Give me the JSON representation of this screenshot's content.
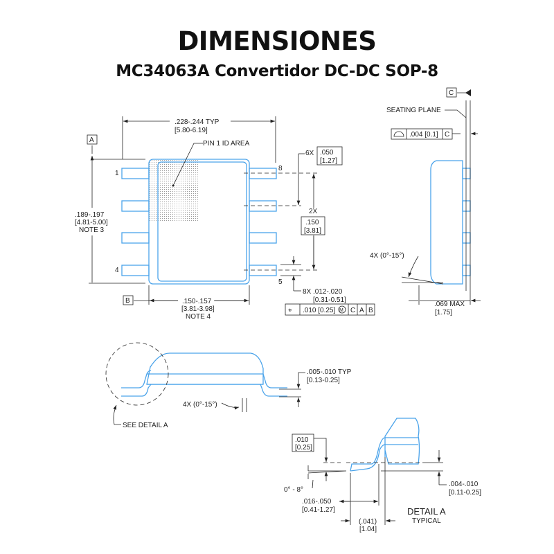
{
  "title": "DIMENSIONES",
  "subtitle": "MC34063A Convertidor DC-DC SOP-8",
  "colors": {
    "outline": "#4aa3ea",
    "lines": "#222222"
  },
  "top_view": {
    "datum_a": "A",
    "datum_b": "B",
    "width_dim": ".228-.244   TYP",
    "width_dim_mm": "[5.80-6.19]",
    "pin1_label": "PIN 1 ID AREA",
    "pin_1": "1",
    "pin_4": "4",
    "pin_5": "5",
    "pin_8": "8",
    "length_dim": ".189-.197",
    "length_dim_mm": "[4.81-5.00]",
    "length_note": "NOTE 3",
    "body_width_dim": ".150-.157",
    "body_width_mm": "[3.81-3.98]",
    "body_note": "NOTE 4",
    "pitch_count": "6X",
    "pitch": ".050",
    "pitch_mm": "[1.27]",
    "span_count": "2X",
    "span": ".150",
    "span_mm": "[3.81]",
    "lead_width": "8X .012-.020",
    "lead_width_mm": "[0.31-0.51]",
    "fcf": {
      "symbol": "⌖",
      "tolerance": ".010 [0.25]",
      "modifier": "M",
      "datums": [
        "C",
        "A",
        "B"
      ]
    }
  },
  "side_view": {
    "datum_c": "C",
    "seating_plane": "SEATING PLANE",
    "flatness": ".004 [0.1]",
    "flatness_datum": "C",
    "angle": "4X (0°-15°)",
    "height": ".069 MAX",
    "height_mm": "[1.75]"
  },
  "front_view": {
    "thickness": ".005-.010   TYP",
    "thickness_mm": "[0.13-0.25]",
    "angle": "4X (0°-15°)",
    "detail_ref": "SEE DETAIL A"
  },
  "detail_a": {
    "gauge": ".010",
    "gauge_mm": "[0.25]",
    "angle": "0° - 8°",
    "foot": ".016-.050",
    "foot_mm": "[0.41-1.27]",
    "footprint": "(.041)",
    "footprint_mm": "[1.04]",
    "standoff": ".004-.010",
    "standoff_mm": "[0.11-0.25]",
    "title": "DETAIL A",
    "subtitle": "TYPICAL"
  }
}
